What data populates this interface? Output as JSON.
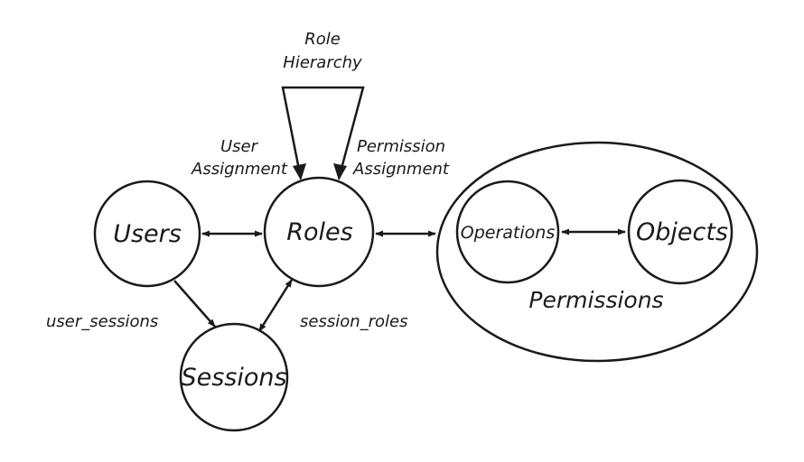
{
  "colors": {
    "stroke": "#1a1a1a",
    "background": "#ffffff"
  },
  "nodes": {
    "users": "Users",
    "roles": "Roles",
    "sessions": "Sessions",
    "operations": "Operations",
    "objects": "Objects"
  },
  "groups": {
    "permissions": "Permissions"
  },
  "edge_labels": {
    "role_hierarchy_line1": "Role",
    "role_hierarchy_line2": "Hierarchy",
    "user_assignment_line1": "User",
    "user_assignment_line2": "Assignment",
    "permission_assignment_line1": "Permission",
    "permission_assignment_line2": "Assignment",
    "user_sessions": "user_sessions",
    "session_roles": "session_roles"
  }
}
